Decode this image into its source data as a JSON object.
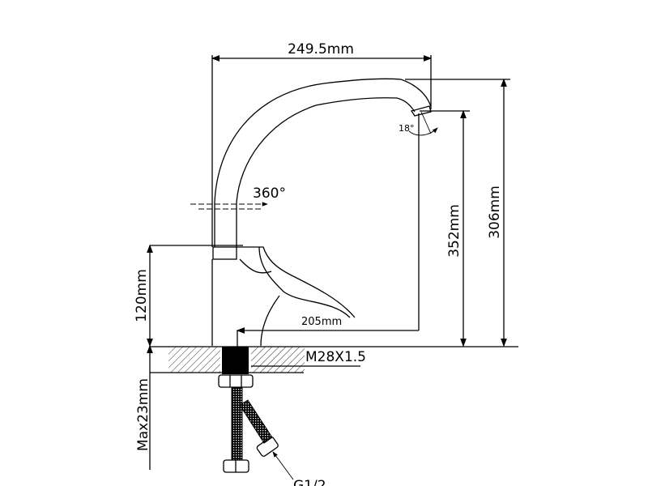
{
  "diagram": {
    "title": "Kitchen faucet dimension drawing",
    "labels": {
      "spout_reach": "249.5mm",
      "rotation": "360°",
      "spout_angle": "18°",
      "spout_outlet_height": "352mm",
      "total_height": "306mm",
      "body_height": "120mm",
      "outlet_projection": "205mm",
      "thread": "M28X1.5",
      "max_counter_thickness": "Max23mm",
      "hose_connection": "G1/2"
    },
    "colors": {
      "line": "#000000",
      "background": "#ffffff"
    }
  }
}
